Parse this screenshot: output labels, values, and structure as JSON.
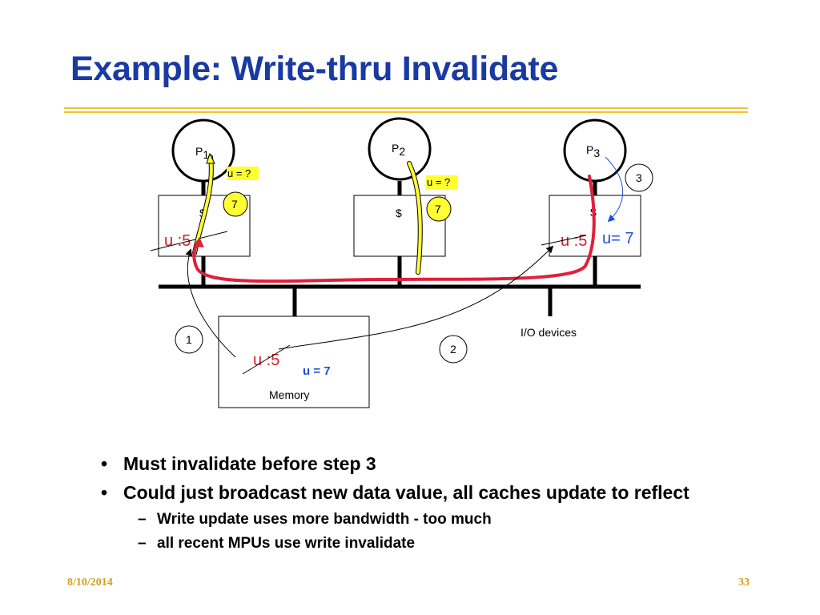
{
  "slide": {
    "title": "Example: Write-thru Invalidate"
  },
  "diagram": {
    "processors": [
      {
        "label": "P",
        "sub": "1"
      },
      {
        "label": "P",
        "sub": "2"
      },
      {
        "label": "P",
        "sub": "3"
      }
    ],
    "cache_symbol": "$",
    "query_label": "u = ?",
    "stale_value": "u :5",
    "new_cache_value": "u= 7",
    "memory_old_value": "u :5",
    "memory_new_value": "u = 7",
    "memory_label": "Memory",
    "io_label": "I/O devices",
    "read_result": "7",
    "steps": [
      "1",
      "2",
      "3"
    ]
  },
  "bullets": [
    {
      "text": "Must invalidate before step 3",
      "level": 1
    },
    {
      "text": "Could just broadcast new data value, all caches update to reflect",
      "level": 1
    },
    {
      "text": "Write update uses more bandwidth - too much",
      "level": 2
    },
    {
      "text": "all recent MPUs use write invalidate",
      "level": 2
    }
  ],
  "footer": {
    "date": "8/10/2014",
    "page": "33"
  },
  "colors": {
    "title": "#1a3aa3",
    "accent_rule": "#f2c230",
    "footer": "#d4a017",
    "invalidated_value": "#d0202a",
    "new_value": "#1f4fd8",
    "highlight": "#ffff33",
    "bus_path": "#e0203c"
  }
}
